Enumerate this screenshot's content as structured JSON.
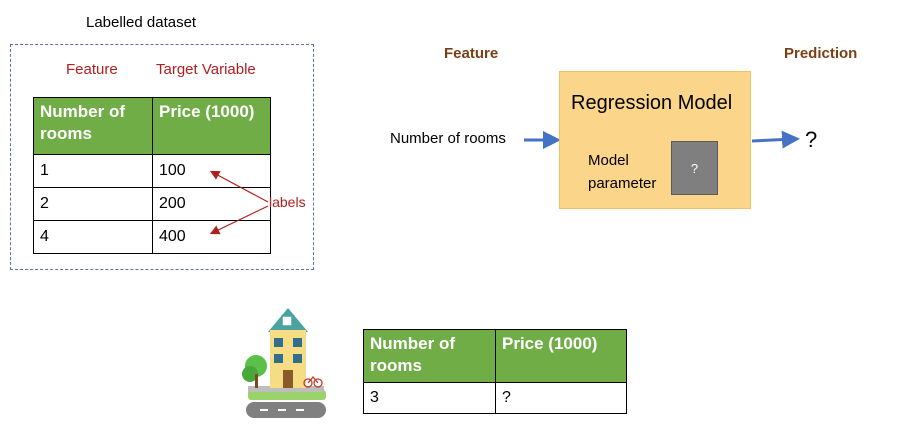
{
  "dataset": {
    "title": "Labelled dataset",
    "feature_caption": "Feature",
    "target_caption": "Target Variable",
    "columns": [
      "Number of rooms",
      "Price (1000)"
    ],
    "rows": [
      [
        "1",
        "100"
      ],
      [
        "2",
        "200"
      ],
      [
        "4",
        "400"
      ]
    ],
    "labels_annotation": "labels"
  },
  "model": {
    "feature_heading": "Feature",
    "prediction_heading": "Prediction",
    "title": "Regression Model",
    "param_label_line1": "Model",
    "param_label_line2": "parameter",
    "param_value": "?",
    "input_label": "Number of rooms",
    "output_value": "?"
  },
  "query": {
    "columns": [
      "Number of rooms",
      "Price (1000)"
    ],
    "rows": [
      [
        "3",
        "?"
      ]
    ]
  },
  "icons": {
    "house": "house-illustration-icon"
  },
  "colors": {
    "table_header": "#70ad47",
    "caption_red": "#b01e1e",
    "heading_brown": "#7b3f14",
    "model_fill": "#fbd58a",
    "param_fill": "#7f7f7f",
    "arrow_blue": "#4472c4"
  }
}
